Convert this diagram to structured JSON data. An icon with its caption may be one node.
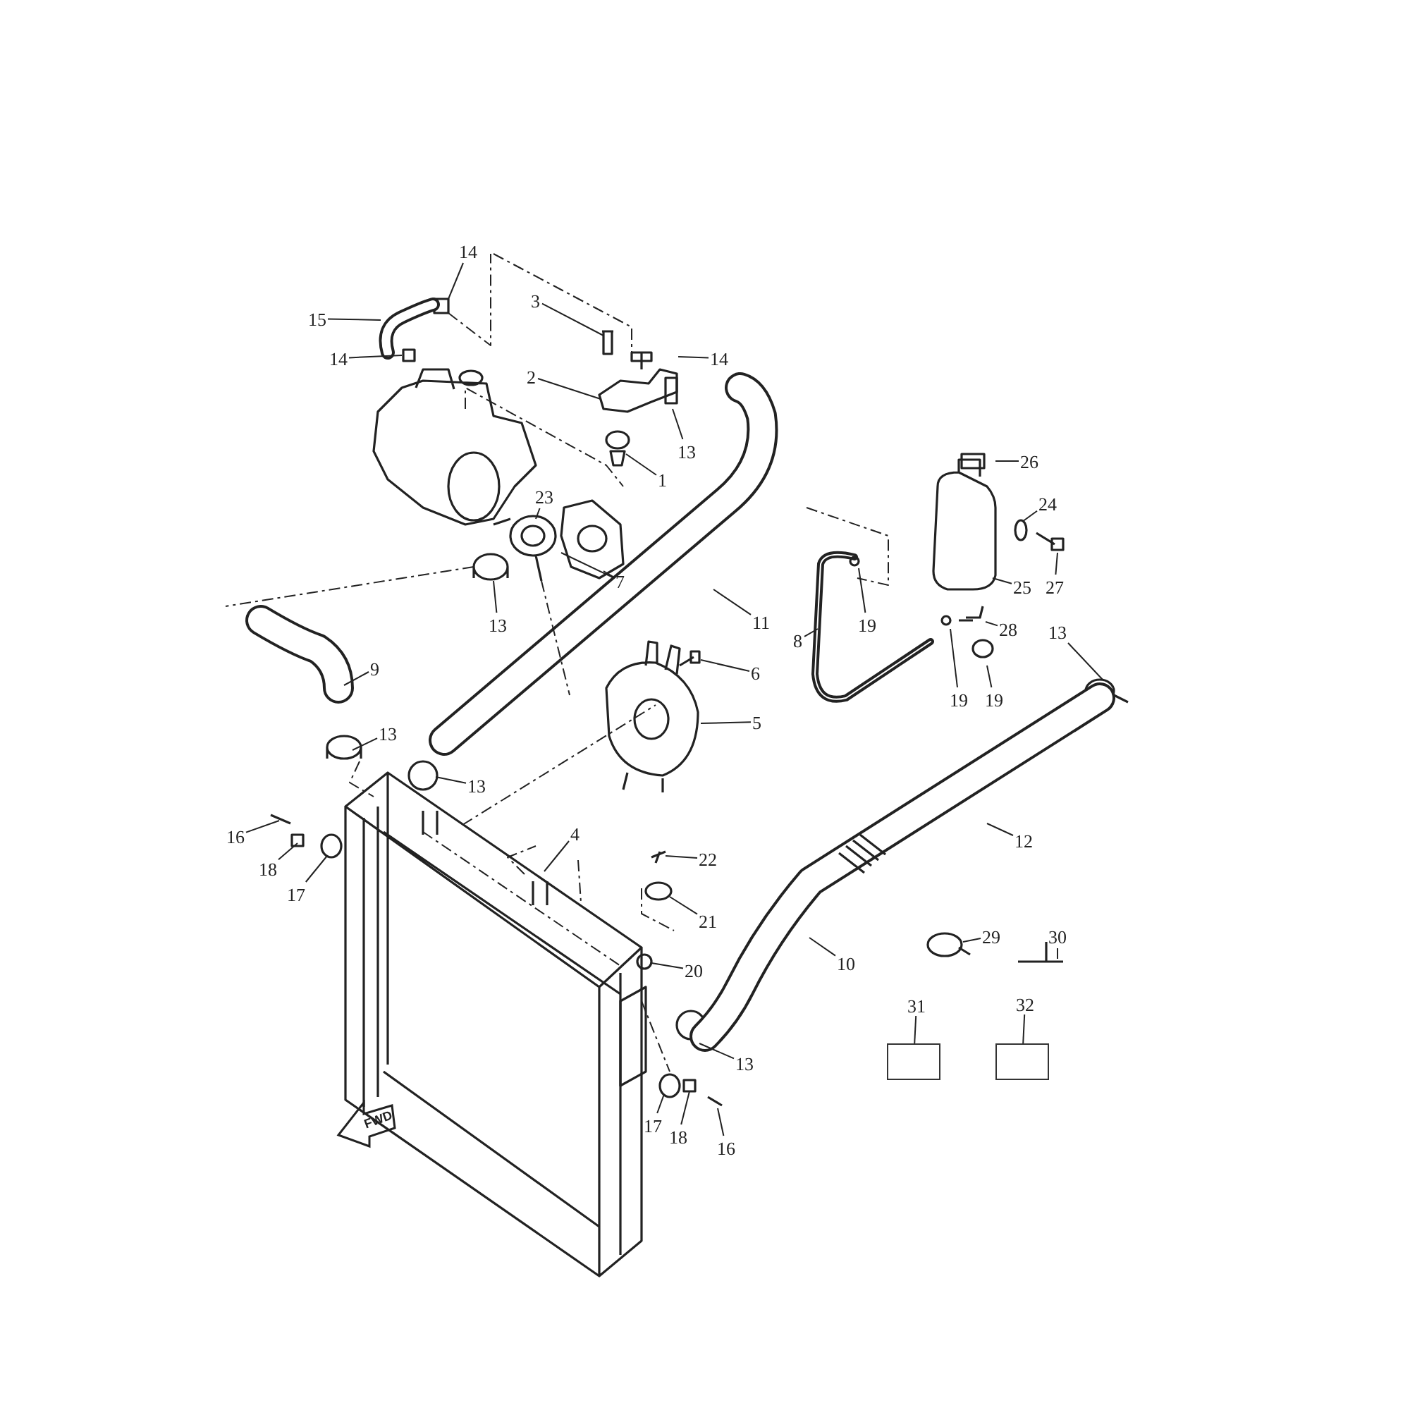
{
  "diagram": {
    "nodes": [
      {
        "text": [
          "14"
        ]
      },
      {
        "text": [
          "3"
        ]
      },
      {
        "text": [
          "15"
        ]
      },
      {
        "text": [
          "14"
        ]
      },
      {
        "text": [
          "14"
        ]
      },
      {
        "text": [
          "2"
        ]
      },
      {
        "text": [
          "13"
        ]
      },
      {
        "text": [
          "26"
        ]
      },
      {
        "text": [
          "1"
        ]
      },
      {
        "text": [
          "23"
        ]
      },
      {
        "text": [
          "24"
        ]
      },
      {
        "text": [
          "7"
        ]
      },
      {
        "text": [
          "25"
        ]
      },
      {
        "text": [
          "27"
        ]
      },
      {
        "text": [
          "19"
        ]
      },
      {
        "text": [
          "11"
        ]
      },
      {
        "text": [
          "13"
        ]
      },
      {
        "text": [
          "28"
        ]
      },
      {
        "text": [
          "13"
        ]
      },
      {
        "text": [
          "8"
        ]
      },
      {
        "text": [
          "9"
        ]
      },
      {
        "text": [
          "6"
        ]
      },
      {
        "text": [
          "19"
        ]
      },
      {
        "text": [
          "19"
        ]
      },
      {
        "text": [
          "5"
        ]
      },
      {
        "text": [
          "13"
        ]
      },
      {
        "text": [
          "13"
        ]
      },
      {
        "text": [
          "16"
        ]
      },
      {
        "text": [
          "4"
        ]
      },
      {
        "text": [
          "12"
        ]
      },
      {
        "text": [
          "22"
        ]
      },
      {
        "text": [
          "18"
        ]
      },
      {
        "text": [
          "17"
        ]
      },
      {
        "text": [
          "21"
        ]
      },
      {
        "text": [
          "29"
        ]
      },
      {
        "text": [
          "30"
        ]
      },
      {
        "text": [
          "10"
        ]
      },
      {
        "text": [
          "20"
        ]
      },
      {
        "text": [
          "31"
        ]
      },
      {
        "text": [
          "32"
        ]
      },
      {
        "text": [],
        "shape": "box"
      },
      {
        "text": [],
        "shape": "box"
      },
      {
        "text": [
          "13"
        ]
      },
      {
        "text": [
          "17"
        ]
      },
      {
        "text": [
          "18"
        ]
      },
      {
        "text": [
          "16"
        ]
      }
    ],
    "edges": [
      {
        "from": 0,
        "to": null,
        "arrow": "none"
      },
      {
        "from": 1,
        "to": null,
        "arrow": "none"
      },
      {
        "from": 2,
        "to": null,
        "arrow": "none"
      },
      {
        "from": 3,
        "to": null,
        "arrow": "none"
      },
      {
        "from": 4,
        "to": null,
        "arrow": "none"
      },
      {
        "from": 5,
        "to": null,
        "arrow": "none"
      },
      {
        "from": 6,
        "to": null,
        "arrow": "none"
      },
      {
        "from": 7,
        "to": null,
        "arrow": "none"
      },
      {
        "from": 8,
        "to": null,
        "arrow": "none"
      },
      {
        "from": 9,
        "to": null,
        "arrow": "none"
      },
      {
        "from": 10,
        "to": null,
        "arrow": "none"
      },
      {
        "from": 11,
        "to": null,
        "arrow": "none"
      },
      {
        "from": 11,
        "to": null,
        "arrow": "none"
      },
      {
        "from": 12,
        "to": null,
        "arrow": "none"
      },
      {
        "from": 13,
        "to": null,
        "arrow": "none"
      },
      {
        "from": 14,
        "to": null,
        "arrow": "none"
      },
      {
        "from": 15,
        "to": null,
        "arrow": "none"
      },
      {
        "from": 16,
        "to": null,
        "arrow": "none"
      },
      {
        "from": 17,
        "to": null,
        "arrow": "none"
      },
      {
        "from": 18,
        "to": null,
        "arrow": "none"
      },
      {
        "from": 19,
        "to": null,
        "arrow": "none"
      },
      {
        "from": 20,
        "to": null,
        "arrow": "none"
      },
      {
        "from": 21,
        "to": null,
        "arrow": "none"
      },
      {
        "from": 22,
        "to": null,
        "arrow": "none"
      },
      {
        "from": 23,
        "to": null,
        "arrow": "none"
      },
      {
        "from": 24,
        "to": null,
        "arrow": "none"
      },
      {
        "from": 25,
        "to": null,
        "arrow": "none"
      },
      {
        "from": 26,
        "to": null,
        "arrow": "none"
      },
      {
        "from": 27,
        "to": null,
        "arrow": "none"
      },
      {
        "from": 28,
        "to": null,
        "arrow": "none"
      },
      {
        "from": 29,
        "to": null,
        "arrow": "none"
      },
      {
        "from": 30,
        "to": null,
        "arrow": "none"
      },
      {
        "from": 31,
        "to": null,
        "arrow": "none"
      },
      {
        "from": 32,
        "to": null,
        "arrow": "none"
      },
      {
        "from": 33,
        "to": null,
        "arrow": "none"
      },
      {
        "from": 34,
        "to": null,
        "arrow": "none"
      },
      {
        "from": 35,
        "to": null,
        "arrow": "none"
      },
      {
        "from": 36,
        "to": null,
        "arrow": "none"
      },
      {
        "from": 37,
        "to": null,
        "arrow": "none"
      },
      {
        "from": 38,
        "to": 40,
        "arrow": "none"
      },
      {
        "from": 39,
        "to": 41,
        "arrow": "none"
      },
      {
        "from": 42,
        "to": null,
        "arrow": "none"
      },
      {
        "from": 43,
        "to": null,
        "arrow": "none"
      },
      {
        "from": 44,
        "to": null,
        "arrow": "none"
      },
      {
        "from": 45,
        "to": null,
        "arrow": "none"
      }
    ],
    "labels": [
      "FWD"
    ]
  }
}
